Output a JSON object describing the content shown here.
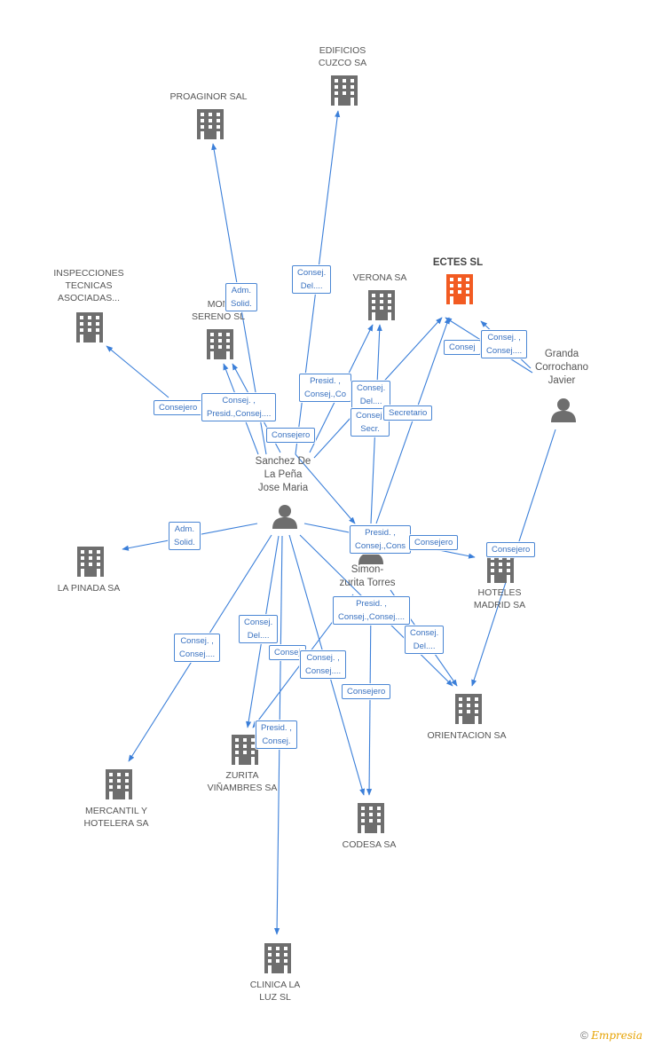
{
  "colors": {
    "edge": "#3b7fd9",
    "company_icon": "#6e6e6e",
    "main_company_icon": "#f25b22",
    "person_icon": "#6e6e6e",
    "label_border": "#4a86d4"
  },
  "companies": [
    {
      "id": "edificios",
      "label": "EDIFICIOS\nCUZCO SA"
    },
    {
      "id": "proaginor",
      "label": "PROAGINOR SAL"
    },
    {
      "id": "ectes",
      "label": "ECTES SL",
      "main": true
    },
    {
      "id": "verona",
      "label": "VERONA SA"
    },
    {
      "id": "inspecciones",
      "label": "INSPECCIONES\nTECNICAS\nASOCIADAS..."
    },
    {
      "id": "monsereno",
      "label": "MON\nSERENO  SL"
    },
    {
      "id": "lapinada",
      "label": "LA PINADA SA"
    },
    {
      "id": "hoteles",
      "label": "HOTELES\nMADRID SA"
    },
    {
      "id": "orientacion",
      "label": "ORIENTACION SA"
    },
    {
      "id": "zurita",
      "label": "ZURITA\nVIÑAMBRES SA"
    },
    {
      "id": "mercantil",
      "label": "MERCANTIL Y\nHOTELERA SA"
    },
    {
      "id": "codesa",
      "label": "CODESA SA"
    },
    {
      "id": "clinica",
      "label": "CLINICA LA\nLUZ SL"
    }
  ],
  "persons": [
    {
      "id": "sanchez",
      "label": "Sanchez De\nLa Peña\nJose Maria"
    },
    {
      "id": "granda",
      "label": "Granda\nCorrochano\nJavier"
    },
    {
      "id": "simon",
      "label": "Simon-\nzurita Torres"
    }
  ],
  "edge_labels": [
    "Adm.\nSolid.",
    "Consej.\nDel....",
    "Consejero",
    "Consej. ,\nPresid.,Consej....",
    "Presid. ,\nConsej.,Co",
    "Consej.\nDel....",
    "Consej.\nSecr.",
    "Secretario",
    "Consej",
    "Consej. ,\nConsej....",
    "Consejero",
    "Adm.\nSolid.",
    "Presid. ,\nConsej.,Cons",
    "Consejero",
    "Consejero",
    "Consej. ,\nConsej....",
    "Consej.\nDel....",
    "Presid. ,\nConsej.,Consej....",
    "Consej.\nDel....",
    "Consej",
    "Consej. ,\nConsej....",
    "Consejero",
    "Presid. ,\nConsej."
  ],
  "footer": {
    "copyright": "©",
    "brand": "Empresia"
  }
}
